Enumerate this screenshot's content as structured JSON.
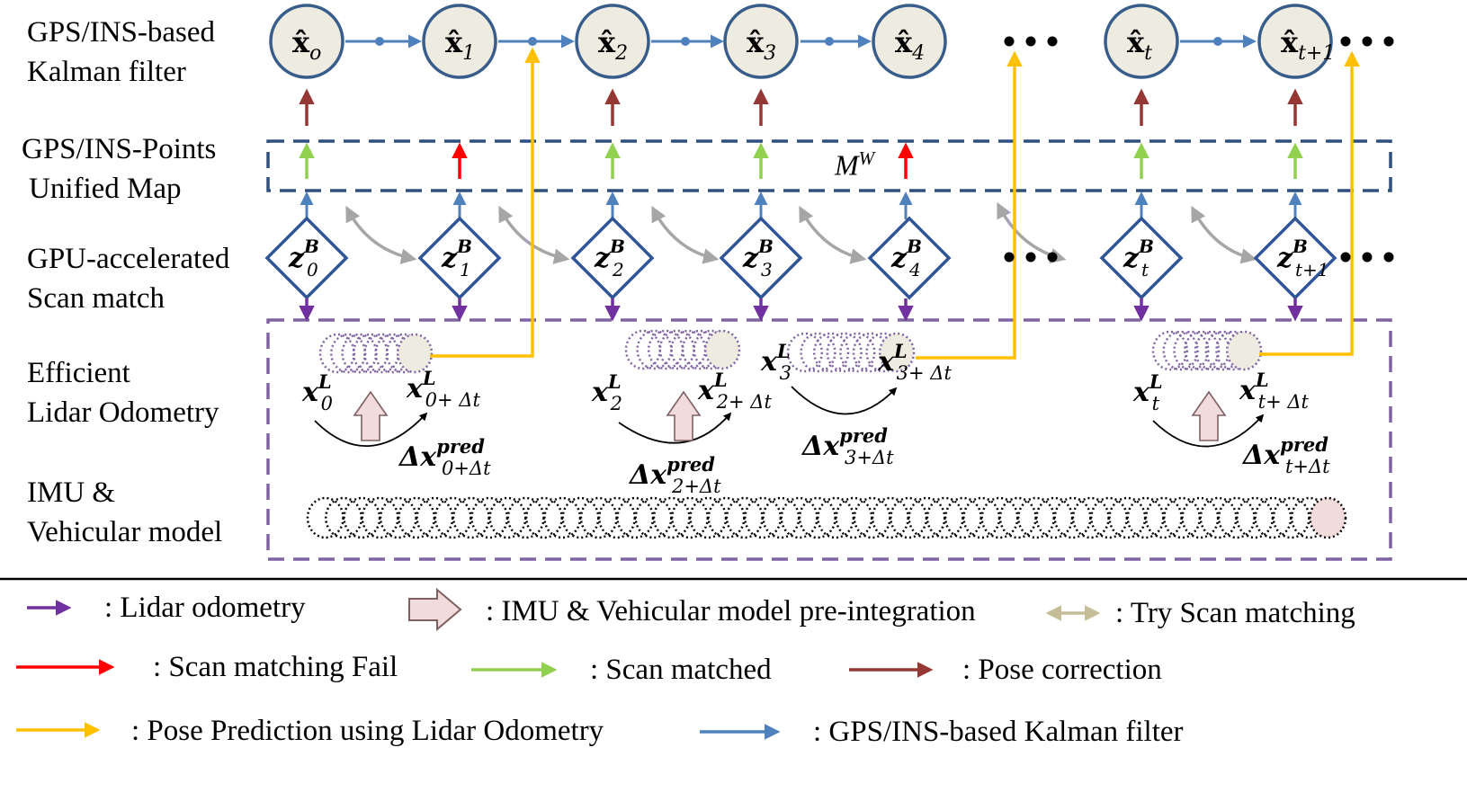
{
  "rows": {
    "kalman_line1": "GPS/INS-based",
    "kalman_line2": "Kalman filter",
    "map_line1": "GPS/INS-Points",
    "map_line2": "Unified Map",
    "scan_line1": "GPU-accelerated",
    "scan_line2": "Scan match",
    "odom_line1": "Efficient",
    "odom_line2": "Lidar Odometry",
    "imu_line1": "IMU &",
    "imu_line2": "Vehicular model"
  },
  "map_label": {
    "base": "M",
    "sup": "W"
  },
  "state_nodes": [
    {
      "base": "x̂",
      "sub": "o"
    },
    {
      "base": "x̂",
      "sub": "1"
    },
    {
      "base": "x̂",
      "sub": "2"
    },
    {
      "base": "x̂",
      "sub": "3"
    },
    {
      "base": "x̂",
      "sub": "4"
    },
    {
      "base": "x̂",
      "sub": "t"
    },
    {
      "base": "x̂",
      "sub": "t+1"
    }
  ],
  "scan_nodes": [
    {
      "base": "z",
      "sup": "B",
      "sub": "0"
    },
    {
      "base": "z",
      "sup": "B",
      "sub": "1"
    },
    {
      "base": "z",
      "sup": "B",
      "sub": "2"
    },
    {
      "base": "z",
      "sup": "B",
      "sub": "3"
    },
    {
      "base": "z",
      "sup": "B",
      "sub": "4"
    },
    {
      "base": "z",
      "sup": "B",
      "sub": "t"
    },
    {
      "base": "z",
      "sup": "B",
      "sub": "t+1"
    }
  ],
  "odom_labels": [
    {
      "base": "x",
      "sup": "L",
      "sub": "0"
    },
    {
      "base": "x",
      "sup": "L",
      "sub": "0+ Δt"
    },
    {
      "base": "Δx",
      "sup": "pred",
      "sub": "0+Δt"
    },
    {
      "base": "x",
      "sup": "L",
      "sub": "2"
    },
    {
      "base": "x",
      "sup": "L",
      "sub": "2+ Δt"
    },
    {
      "base": "Δx",
      "sup": "pred",
      "sub": "2+Δt"
    },
    {
      "base": "x",
      "sup": "L",
      "sub": "3"
    },
    {
      "base": "x",
      "sup": "L",
      "sub": "3+ Δt"
    },
    {
      "base": "Δx",
      "sup": "pred",
      "sub": "3+Δt"
    },
    {
      "base": "x",
      "sup": "L",
      "sub": "t"
    },
    {
      "base": "x",
      "sup": "L",
      "sub": "t+ Δt"
    },
    {
      "base": "Δx",
      "sup": "pred",
      "sub": "t+Δt"
    }
  ],
  "ellipsis": "• • •",
  "legend": [
    {
      "text": ": Lidar odometry",
      "color": "#7030a0"
    },
    {
      "text": ": IMU & Vehicular model pre-integration",
      "color": "#f2dcdb"
    },
    {
      "text": ": Try Scan matching",
      "color": "#c4bd97"
    },
    {
      "text": ": Scan matching Fail",
      "color": "#ff0000"
    },
    {
      "text": ": Scan matched",
      "color": "#92d050"
    },
    {
      "text": ": Pose correction",
      "color": "#953735"
    },
    {
      "text": ": Pose Prediction using Lidar Odometry",
      "color": "#ffc000"
    },
    {
      "text": ": GPS/INS-based Kalman filter",
      "color": "#4f81bd"
    }
  ],
  "colors": {
    "kalman_blue": "#4f81bd",
    "node_fill": "#eeece1",
    "node_border": "#385d8a",
    "scan_border": "#2f5597",
    "map_dash": "#2f4f7f",
    "odom_dash": "#8064a2",
    "lidar_purple": "#7030a0",
    "scan_matched_green": "#92d050",
    "scan_fail_red": "#ff0000",
    "pose_correction_brown": "#953735",
    "pose_prediction_yellow": "#ffc000",
    "try_scan_gray": "#a6a6a6",
    "imu_pink": "#f2dcdb"
  }
}
